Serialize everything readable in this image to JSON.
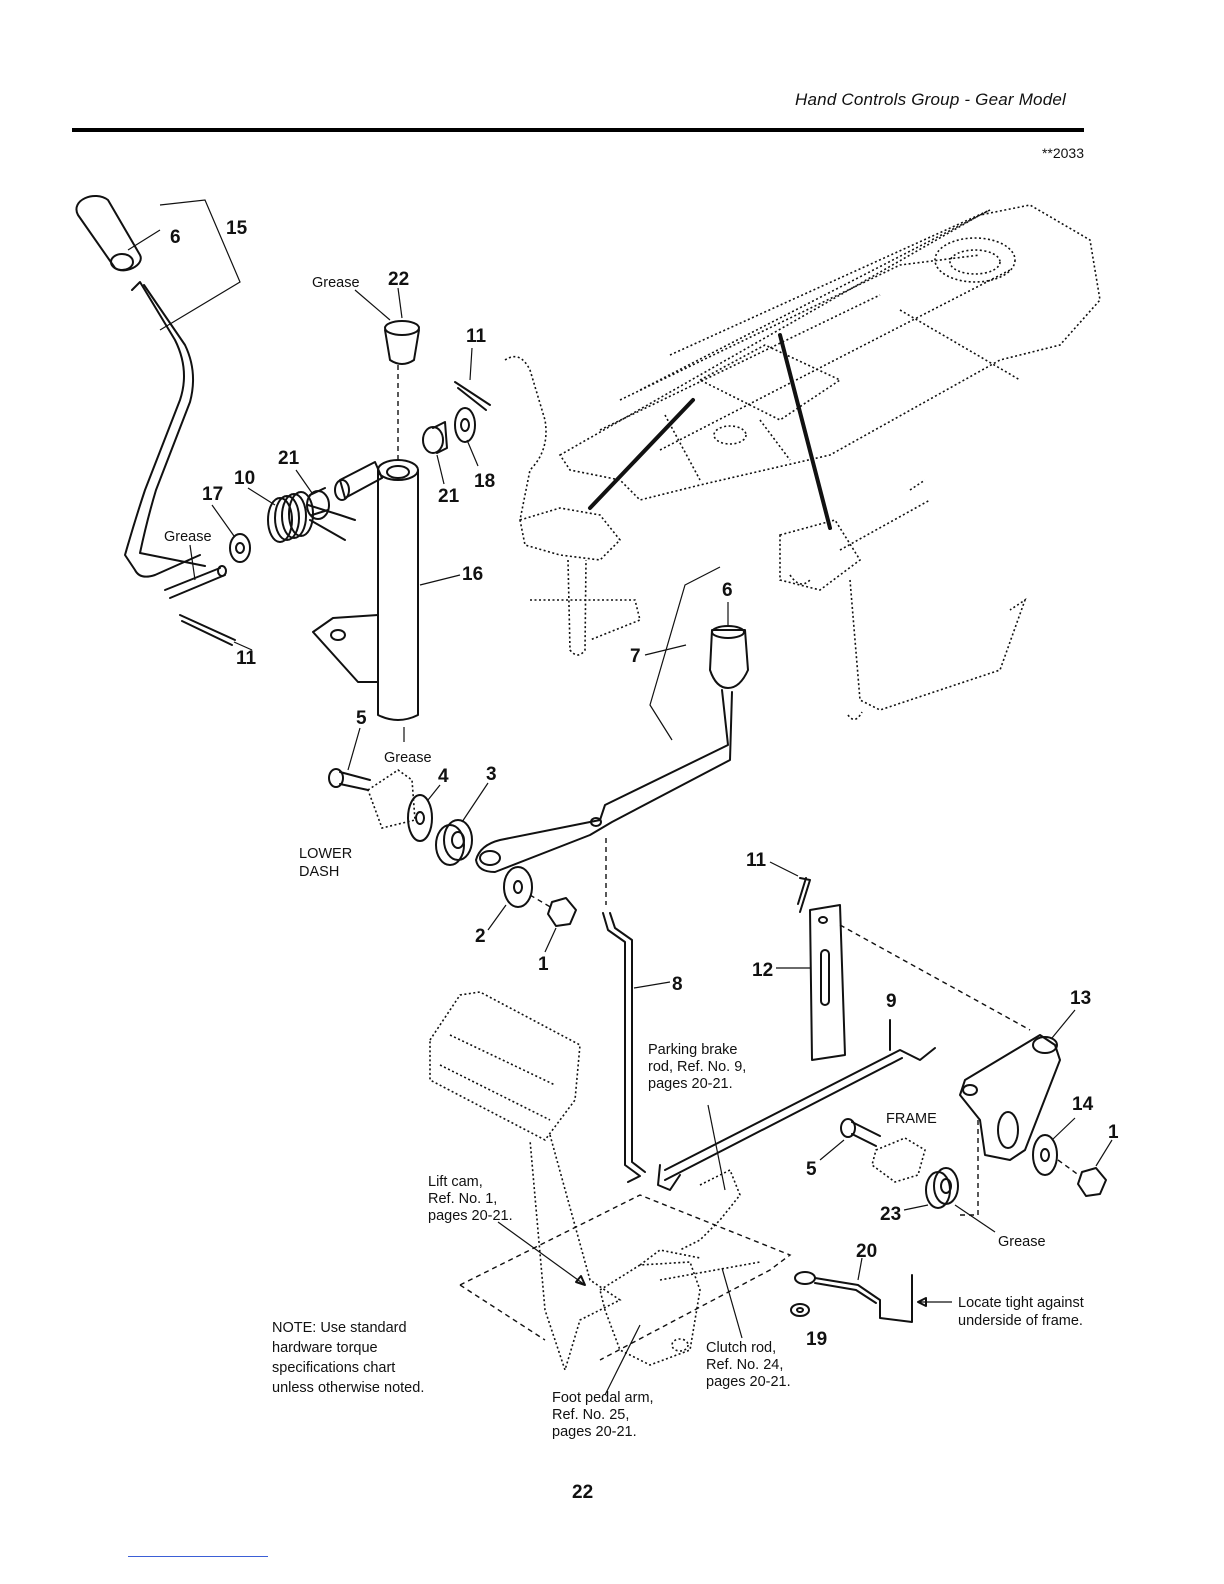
{
  "header": {
    "title": "Hand Controls Group - Gear Model",
    "diagram_id": "**2033"
  },
  "page_number": "22",
  "callouts": [
    "1",
    "1",
    "2",
    "3",
    "4",
    "5",
    "5",
    "6",
    "6",
    "7",
    "8",
    "9",
    "10",
    "11",
    "11",
    "11",
    "12",
    "13",
    "14",
    "15",
    "16",
    "17",
    "18",
    "19",
    "20",
    "21",
    "21",
    "22",
    "23"
  ],
  "labels": {
    "grease": "Grease",
    "lower_dash_1": "LOWER",
    "lower_dash_2": "DASH",
    "frame": "FRAME",
    "parking_brake": [
      "Parking brake",
      "rod, Ref. No. 9,",
      "pages 20-21."
    ],
    "lift_cam": [
      "Lift cam,",
      "Ref. No. 1,",
      "pages 20-21."
    ],
    "clutch_rod": [
      "Clutch rod,",
      "Ref. No. 24,",
      "pages 20-21."
    ],
    "foot_pedal": [
      "Foot pedal arm,",
      "Ref. No. 25,",
      "pages 20-21."
    ],
    "locate": [
      "Locate tight against",
      "underside of frame."
    ],
    "note": [
      "NOTE:  Use standard",
      "hardware torque",
      "specifications chart",
      "unless otherwise noted."
    ]
  }
}
